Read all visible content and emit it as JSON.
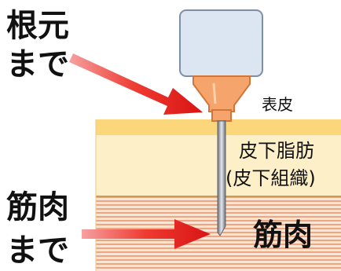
{
  "labels": {
    "base_line1": "根元",
    "base_line2": "まで",
    "epidermis": "表皮",
    "subcutaneous_line1": "皮下脂肪",
    "subcutaneous_line2": "(皮下組織)",
    "muscle_line1": "筋肉",
    "muscle_line2": "まで",
    "muscle_layer": "筋肉"
  },
  "colors": {
    "epidermis": "#fbd67a",
    "subcutaneous": "#fdf0c8",
    "muscle_fill": "#fbe4d3",
    "muscle_stripes": "#e39870",
    "needle_body": "#dbe6f2",
    "needle_hub": "#f5a56b",
    "arrow": "#e8281f"
  }
}
